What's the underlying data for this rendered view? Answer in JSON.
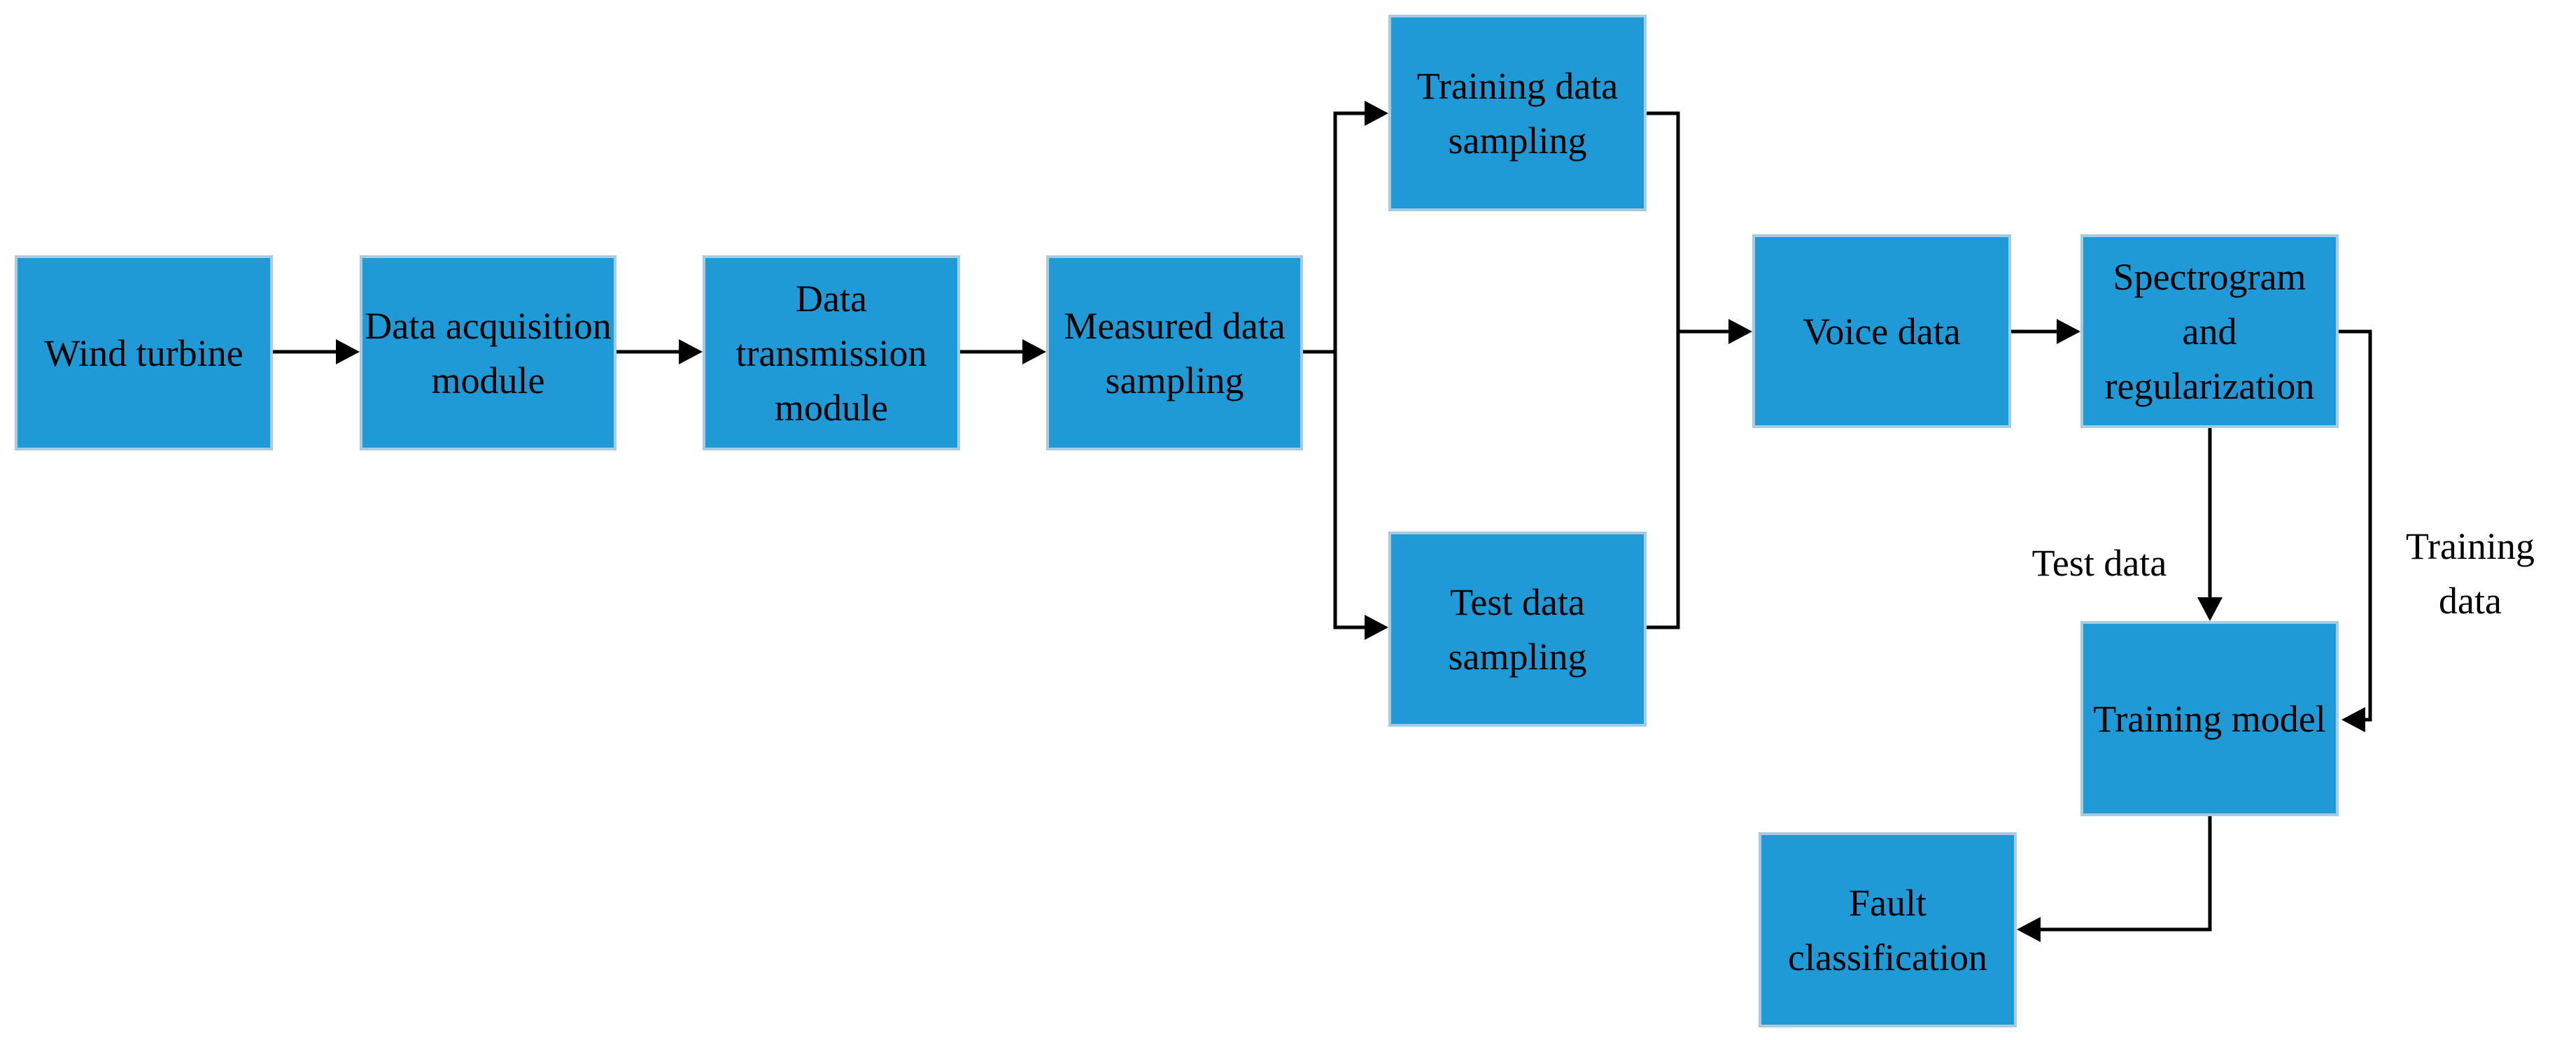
{
  "nodes": {
    "wind_turbine": "Wind turbine",
    "data_acquisition": "Data acquisition\nmodule",
    "data_transmission": "Data\ntransmission\nmodule",
    "measured_sampling": "Measured data\nsampling",
    "training_sampling": "Training data\nsampling",
    "test_sampling": "Test data\nsampling",
    "voice_data": "Voice data",
    "spectrogram": "Spectrogram\nand\nregularization",
    "training_model": "Training model",
    "fault_classification": "Fault\nclassification"
  },
  "edge_labels": {
    "test_data": "Test data",
    "training_data": "Training\ndata"
  },
  "colors": {
    "box_fill": "#1f9ad6",
    "box_border": "#a9cbe0",
    "line": "#000000"
  }
}
